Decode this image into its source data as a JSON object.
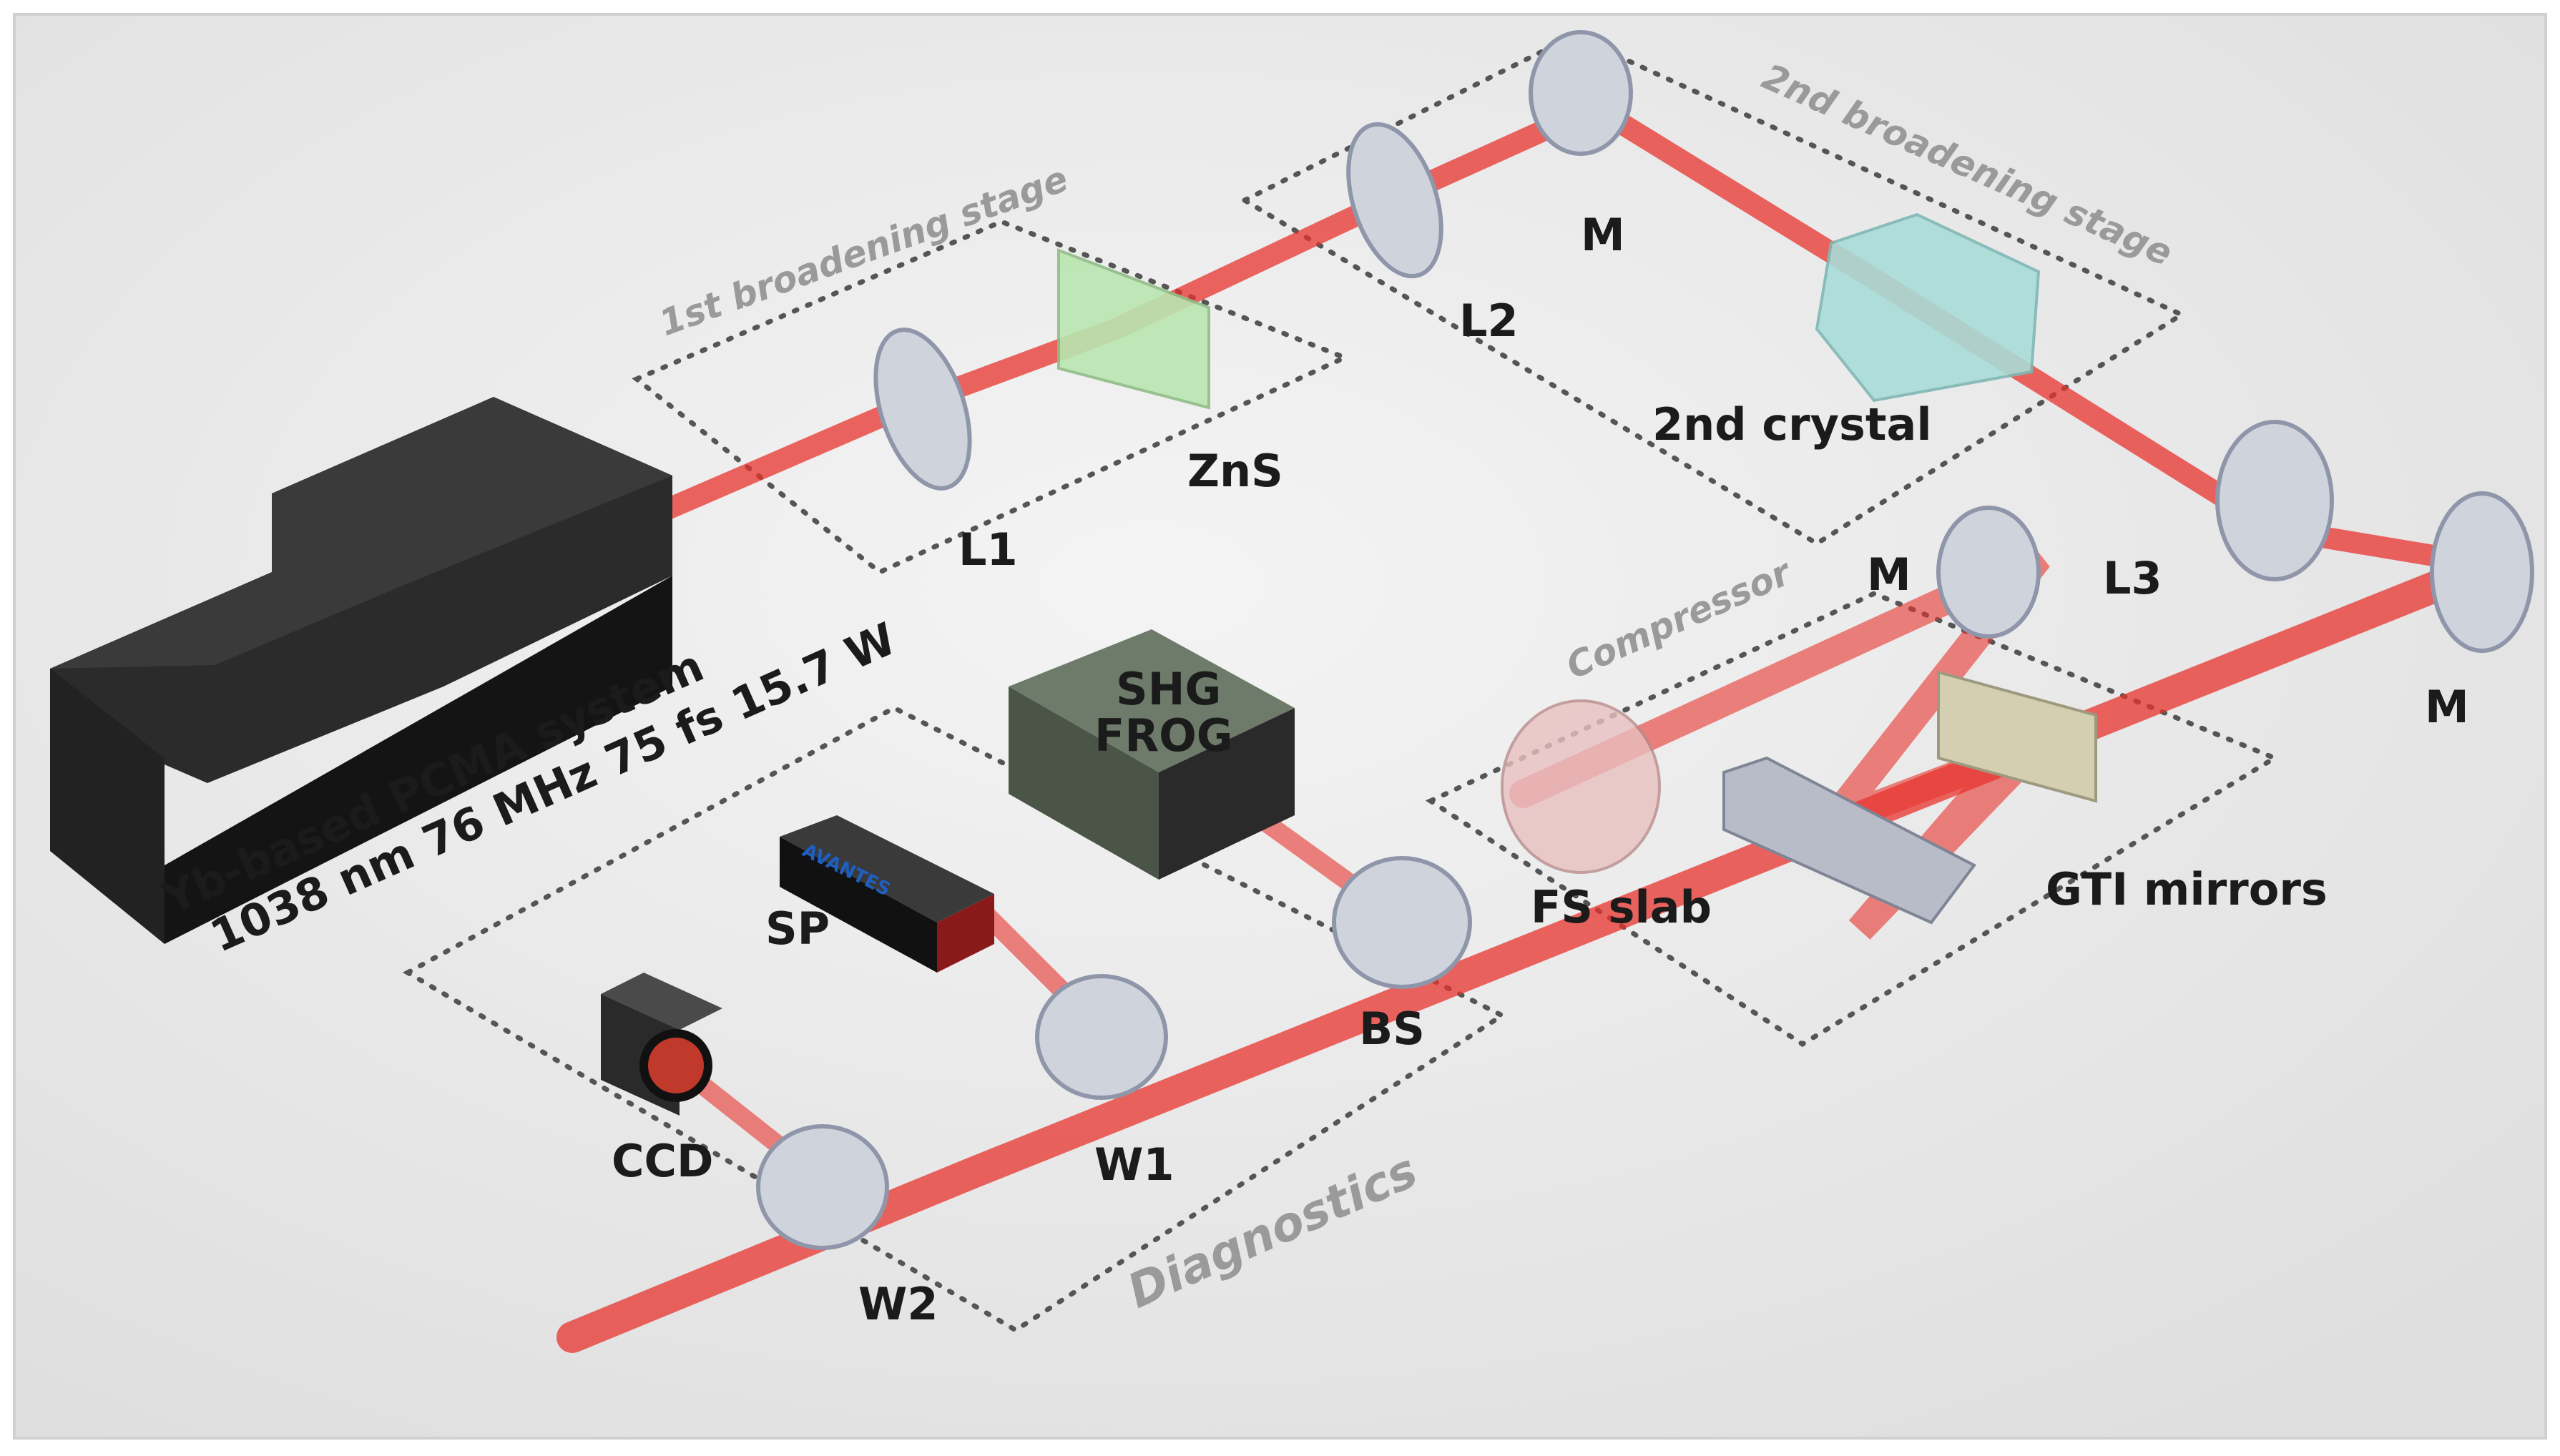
{
  "source": {
    "title": "Yb-based PCMA system",
    "specs": "1038 nm 76 MHz 75 fs 15.7 W"
  },
  "stages": {
    "first": "1st broadening stage",
    "second": "2nd broadening stage",
    "compressor": "Compressor",
    "diagnostics": "Diagnostics"
  },
  "labels": {
    "L1": "L1",
    "ZnS": "ZnS",
    "L2": "L2",
    "M_top": "M",
    "crystal": "2nd crystal",
    "L3": "L3",
    "M_right": "M",
    "M_mid": "M",
    "GTI": "GTI mirrors",
    "FS": "FS slab",
    "BS": "BS",
    "W1": "W1",
    "W2": "W2",
    "CCD": "CCD",
    "SP": "SP",
    "FROG_line1": "SHG",
    "FROG_line2": "FROG",
    "spectrometer_brand": "AVANTES"
  },
  "colors": {
    "beam": "#e8332d",
    "laser_box": "#1f1f1f",
    "frog_box": "#5d6b5a",
    "stage_label": "#9a9a9a",
    "label": "#1b1b1b",
    "crystal": "#a9dcd8",
    "zns": "#b9e6b0"
  }
}
